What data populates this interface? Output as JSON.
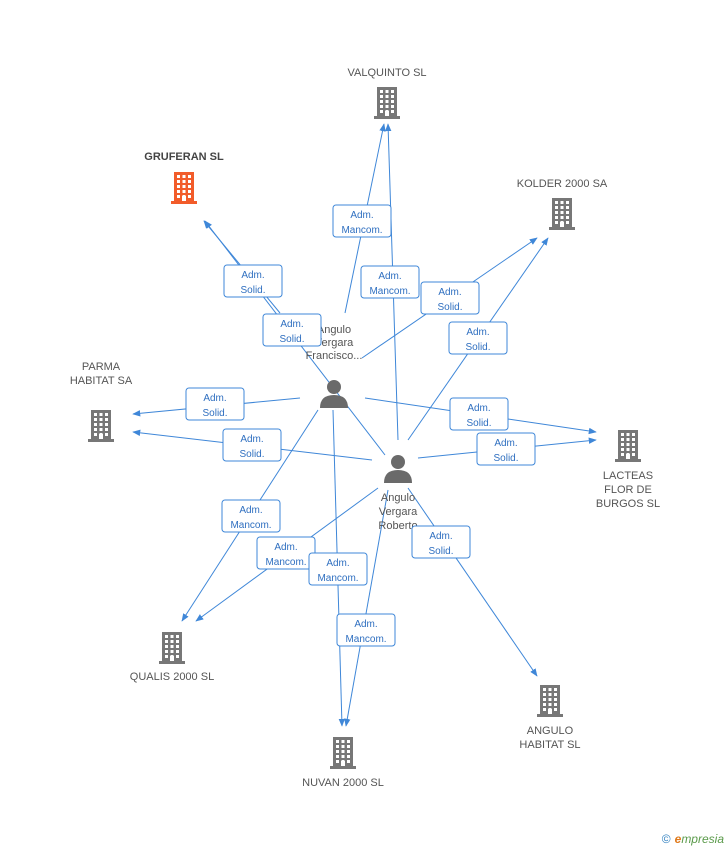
{
  "companies": [
    {
      "id": "valquinto",
      "lines": [
        "VALQUINTO SL"
      ],
      "highlight": false
    },
    {
      "id": "gruferan",
      "lines": [
        "GRUFERAN SL"
      ],
      "highlight": true
    },
    {
      "id": "kolder",
      "lines": [
        "KOLDER 2000 SA"
      ],
      "highlight": false
    },
    {
      "id": "parma",
      "lines": [
        "PARMA",
        "HABITAT SA"
      ],
      "highlight": false
    },
    {
      "id": "lacteas",
      "lines": [
        "LACTEAS",
        "FLOR DE",
        "BURGOS  SL"
      ],
      "highlight": false
    },
    {
      "id": "qualis",
      "lines": [
        "QUALIS 2000 SL"
      ],
      "highlight": false
    },
    {
      "id": "angulo_habitat",
      "lines": [
        "ANGULO",
        "HABITAT SL"
      ],
      "highlight": false
    },
    {
      "id": "nuvan",
      "lines": [
        "NUVAN 2000 SL"
      ],
      "highlight": false
    }
  ],
  "persons": [
    {
      "id": "francisco",
      "lines": [
        "Angulo",
        "Vergara",
        "Francisco..."
      ]
    },
    {
      "id": "roberto",
      "lines": [
        "Angulo",
        "Vergara",
        "Roberto"
      ]
    }
  ],
  "relations": [
    {
      "id": "r1",
      "from": "francisco",
      "to": "valquinto",
      "lines": [
        "Adm.",
        "Mancom."
      ]
    },
    {
      "id": "r2",
      "from": "roberto",
      "to": "valquinto",
      "lines": [
        "Adm.",
        "Mancom."
      ]
    },
    {
      "id": "r3",
      "from": "francisco",
      "to": "gruferan",
      "lines": [
        "Adm.",
        "Solid."
      ]
    },
    {
      "id": "r4",
      "from": "roberto",
      "to": "gruferan",
      "lines": [
        "Adm.",
        "Solid."
      ]
    },
    {
      "id": "r5",
      "from": "francisco",
      "to": "kolder",
      "lines": [
        "Adm.",
        "Solid."
      ]
    },
    {
      "id": "r6",
      "from": "roberto",
      "to": "kolder",
      "lines": [
        "Adm.",
        "Solid."
      ]
    },
    {
      "id": "r7",
      "from": "francisco",
      "to": "parma",
      "lines": [
        "Adm.",
        "Solid."
      ]
    },
    {
      "id": "r8",
      "from": "roberto",
      "to": "parma",
      "lines": [
        "Adm.",
        "Solid."
      ]
    },
    {
      "id": "r9",
      "from": "francisco",
      "to": "lacteas",
      "lines": [
        "Adm.",
        "Solid."
      ]
    },
    {
      "id": "r10",
      "from": "roberto",
      "to": "lacteas",
      "lines": [
        "Adm.",
        "Solid."
      ]
    },
    {
      "id": "r11",
      "from": "francisco",
      "to": "qualis",
      "lines": [
        "Adm.",
        "Mancom."
      ]
    },
    {
      "id": "r12",
      "from": "roberto",
      "to": "qualis",
      "lines": [
        "Adm.",
        "Mancom."
      ]
    },
    {
      "id": "r13",
      "from": "francisco",
      "to": "nuvan",
      "lines": [
        "Adm.",
        "Mancom."
      ]
    },
    {
      "id": "r14",
      "from": "roberto",
      "to": "nuvan",
      "lines": [
        "Adm.",
        "Mancom."
      ]
    },
    {
      "id": "r15",
      "from": "roberto",
      "to": "angulo_habitat",
      "lines": [
        "Adm.",
        "Solid."
      ]
    }
  ],
  "footer": {
    "copyright": "©",
    "brand_initial": "e",
    "brand_rest": "mpresia"
  },
  "colors": {
    "edge": "#3f87d8",
    "building": "#777777",
    "highlight": "#f25c2a",
    "person": "#6a6a6a"
  }
}
